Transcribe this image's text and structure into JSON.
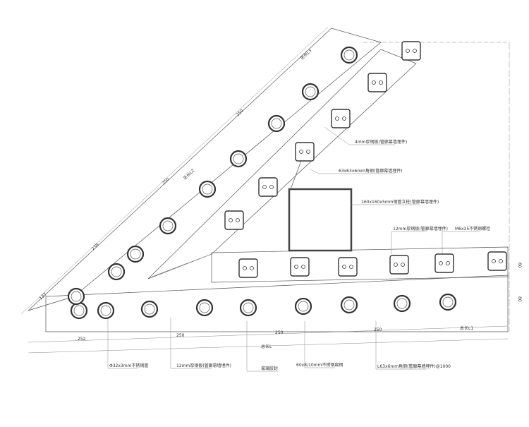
{
  "drawing": {
    "callouts": {
      "plate_4mm": "4mm厚钢板(管廊幕墙埋件)",
      "angle_63": "63x63x6mm角钢(管廊幕墙埋件)",
      "tube_160": "160x160x5mm钢管立柱(管廊幕墙埋件)",
      "plate_12mm_top": "12mm厚钢板(管廊幕墙埋件)",
      "bolt_m6": "M6x35不锈钢螺栓",
      "tube_32": "Φ32x3mm不锈钢管",
      "plate_12mm_bottom": "12mm厚钢板(管廊幕墙埋件)",
      "glass": "玻璃胶封",
      "flat_60": "60x8/10mm不锈钢扁钢",
      "angle_l63": "L63x6mm角钢(管廊幕墙埋件)@1000"
    },
    "dimensions": {
      "bottom_segments": [
        "252",
        "250",
        "250",
        "250"
      ],
      "bottom_partial": "总长L1",
      "bottom_total": "总长L",
      "diag_segments": [
        "137",
        "238",
        "250",
        "250"
      ],
      "diag_total": "总长L2",
      "diag_partial": "总长L3",
      "right_a": "60",
      "right_b": "80"
    },
    "colors": {
      "line": "#555555",
      "hatch": "#999999",
      "accent": "#2aa198"
    }
  }
}
